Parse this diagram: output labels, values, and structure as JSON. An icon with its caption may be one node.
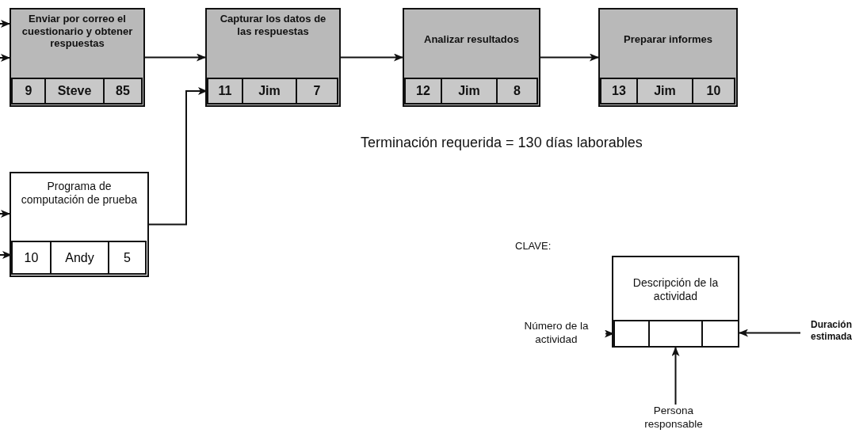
{
  "diagram": {
    "nodes": [
      {
        "text": [
          "Enviar por correo el cuestionario y obtener respuestas"
        ]
      },
      {
        "text": [
          "9"
        ],
        "in": 0
      },
      {
        "text": [
          "Steve"
        ],
        "in": 0
      },
      {
        "text": [
          "85"
        ],
        "in": 0
      },
      {
        "text": [
          "Capturar los datos de las respuestas"
        ]
      },
      {
        "text": [
          "11"
        ],
        "in": 4
      },
      {
        "text": [
          "Jim"
        ],
        "in": 4
      },
      {
        "text": [
          "7"
        ],
        "in": 4
      },
      {
        "text": [
          "Analizar resultados"
        ]
      },
      {
        "text": [
          "12"
        ],
        "in": 8
      },
      {
        "text": [
          "Jim"
        ],
        "in": 8
      },
      {
        "text": [
          "8"
        ],
        "in": 8
      },
      {
        "text": [
          "Preparar informes"
        ]
      },
      {
        "text": [
          "13"
        ],
        "in": 12
      },
      {
        "text": [
          "Jim"
        ],
        "in": 12
      },
      {
        "text": [
          "10"
        ],
        "in": 12
      },
      {
        "text": [
          "Programa de computación de prueba"
        ]
      },
      {
        "text": [
          "10"
        ],
        "in": 16
      },
      {
        "text": [
          "Andy"
        ],
        "in": 16
      },
      {
        "text": [
          "5"
        ],
        "in": 16
      },
      {
        "text": [
          "Descripción de la actividad"
        ]
      },
      {
        "text": [],
        "shape": "box",
        "in": 20
      },
      {
        "text": [],
        "shape": "box",
        "in": 20
      },
      {
        "text": [],
        "shape": "box",
        "in": 20
      },
      {
        "text": [
          "Número de la actividad"
        ]
      },
      {
        "text": [
          "Persona responsable"
        ]
      },
      {
        "text": [
          "Duración estimada"
        ]
      }
    ],
    "edges": [
      {
        "from": null,
        "to": 0,
        "arrow": "to"
      },
      {
        "from": null,
        "to": 0,
        "arrow": "to"
      },
      {
        "from": 0,
        "to": 4,
        "arrow": "to"
      },
      {
        "from": 4,
        "to": 8,
        "arrow": "to"
      },
      {
        "from": 8,
        "to": 12,
        "arrow": "to"
      },
      {
        "from": null,
        "to": 16,
        "arrow": "to"
      },
      {
        "from": null,
        "to": 17,
        "arrow": "to"
      },
      {
        "from": 16,
        "to": 5,
        "arrow": "to"
      },
      {
        "from": 24,
        "to": 21,
        "arrow": "to"
      },
      {
        "from": 25,
        "to": 22,
        "arrow": "to"
      },
      {
        "from": 26,
        "to": 23,
        "arrow": "to"
      }
    ],
    "labels": [
      "Terminación requerida = 130 días laborables",
      "CLAVE:"
    ]
  }
}
